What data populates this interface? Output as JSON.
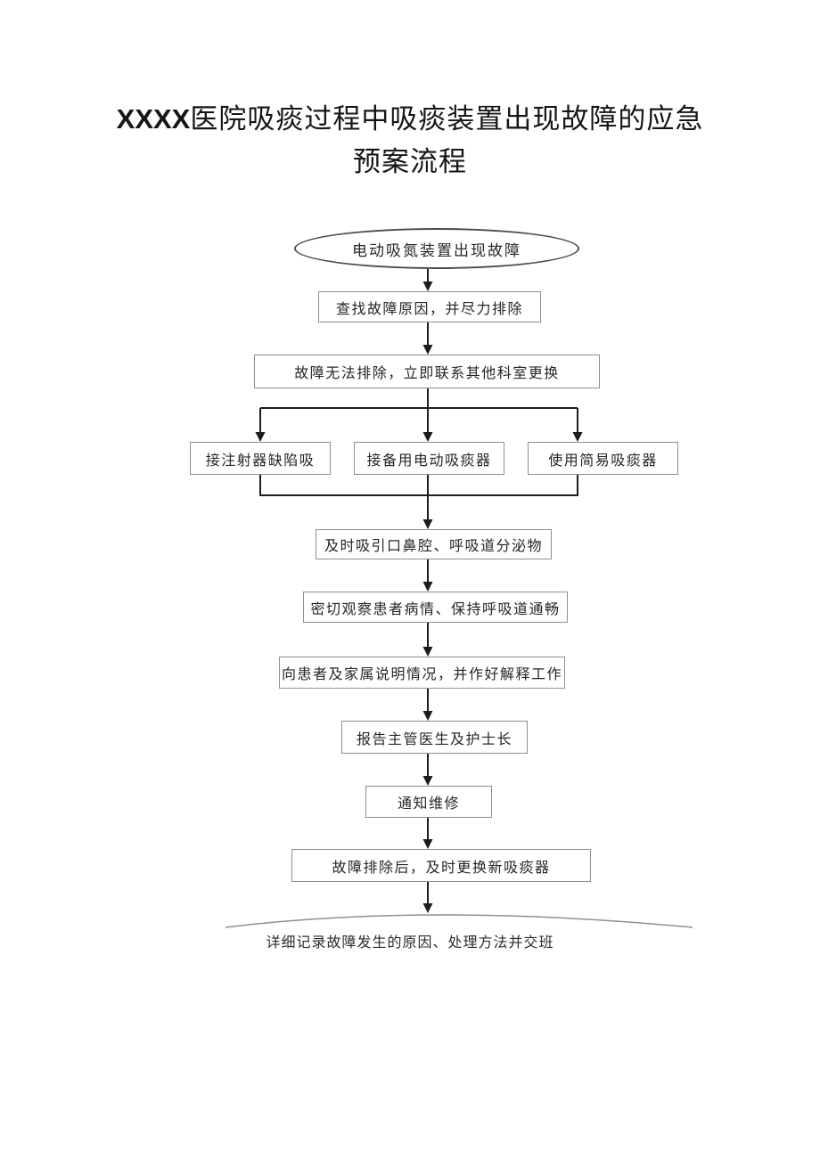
{
  "title": {
    "prefix": "XXXX",
    "line1_rest": "医院吸痰过程中吸痰装置出现故障的应急",
    "line2": "预案流程"
  },
  "flowchart": {
    "start": "电动吸氮装置出现故障",
    "step_find_cause": "查找故障原因，并尽力排除",
    "step_contact_dept": "故障无法排除，立即联系其他科室更换",
    "branch_left": "接注射器缺陷吸",
    "branch_middle": "接备用电动吸痰器",
    "branch_right": "使用简易吸痰器",
    "step_suction": "及时吸引口鼻腔、呼吸道分泌物",
    "step_observe": "密切观察患者病情、保持呼吸道通畅",
    "step_explain": "向患者及家属说明情况，并作好解释工作",
    "step_report": "报告主管医生及护士长",
    "step_notify_repair": "通知维修",
    "step_replace": "故障排除后，及时更换新吸痰器",
    "end_note": "详细记录故障发生的原因、处理方法并交班"
  },
  "colors": {
    "flow_line": "#1c1c1c",
    "box_border": "#8f8f8f",
    "ellipse_border": "#4c4c4c",
    "text": "#262626",
    "record_arc": "#8f8f8f",
    "page_background": "#ffffff"
  }
}
